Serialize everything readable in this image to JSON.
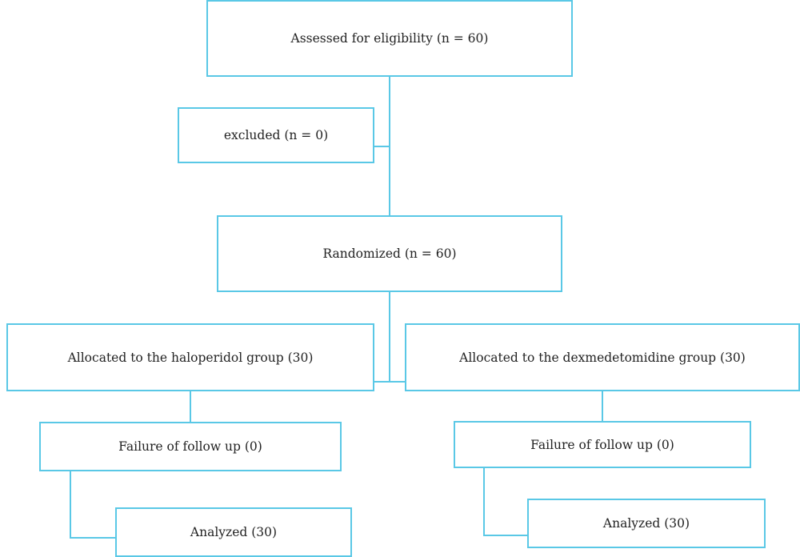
{
  "flowchart": {
    "assessed": "Assessed for eligibility (n = 60)",
    "excluded": "excluded (n = 0)",
    "randomized": "Randomized (n = 60)",
    "allocated_haloperidol": "Allocated to the haloperidol group (30)",
    "allocated_dexmedetomidine": "Allocated to the dexmedetomidine group (30)",
    "failure_haloperidol": "Failure of follow up (0)",
    "failure_dexmedetomidine": "Failure of follow up (0)",
    "analyzed_haloperidol": "Analyzed (30)",
    "analyzed_dexmedetomidine": "Analyzed (30)"
  },
  "colors": {
    "border": "#5ac8e6",
    "text": "#222222",
    "background": "#ffffff"
  }
}
